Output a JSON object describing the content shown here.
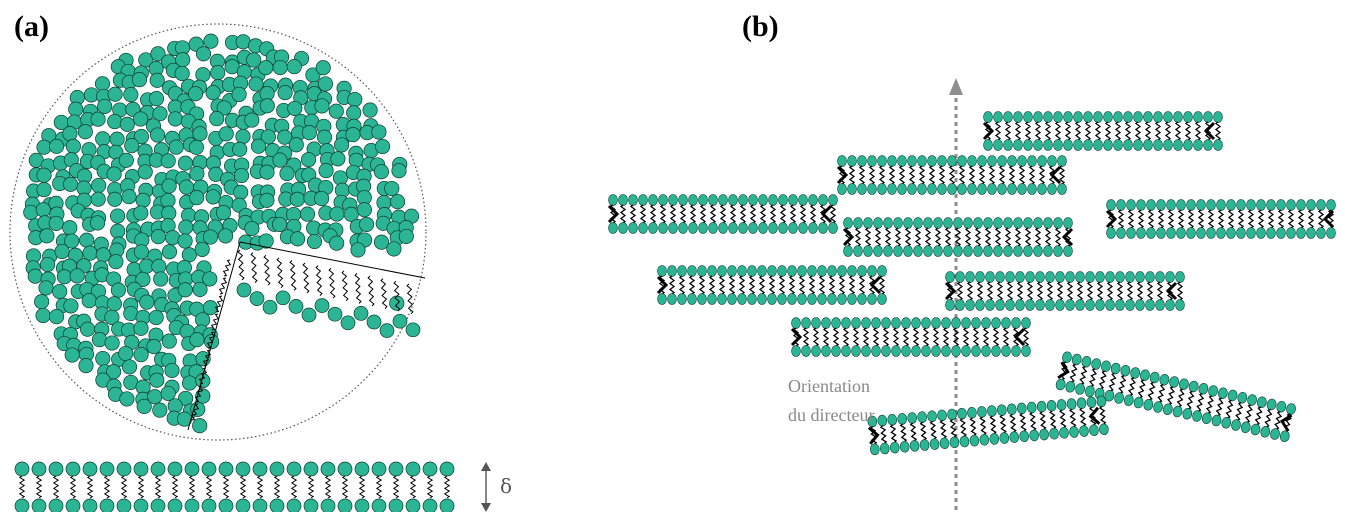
{
  "panels": {
    "a": {
      "label": "(a)"
    },
    "b": {
      "label": "(b)"
    }
  },
  "annotations": {
    "director_line1": "Orientation",
    "director_line2": "du directeur",
    "thickness_symbol": "δ"
  },
  "colors": {
    "head": "#2bb594",
    "head_stroke": "#0b3d30",
    "tail": "#000000",
    "arrow": "#8f8f8f"
  }
}
